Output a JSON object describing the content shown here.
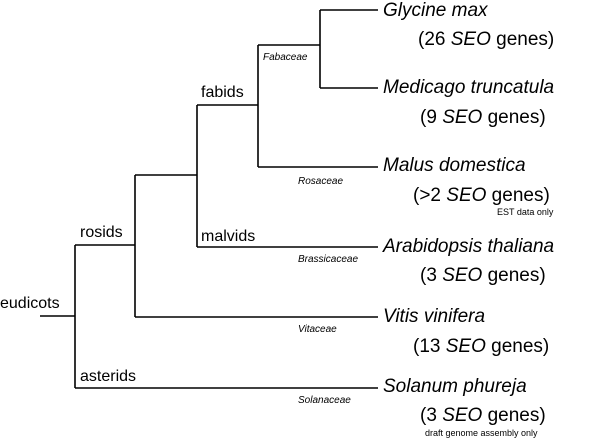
{
  "tree": {
    "clades": {
      "eudicots": "eudicots",
      "rosids": "rosids",
      "asterids": "asterids",
      "fabids": "fabids",
      "malvids": "malvids"
    },
    "families": {
      "fabaceae": "Fabaceae",
      "rosaceae": "Rosaceae",
      "brassicaceae": "Brassicaceae",
      "vitaceae": "Vitaceae",
      "solanaceae": "Solanaceae"
    },
    "species": [
      {
        "name": "Glycine max",
        "count_prefix": "(26 ",
        "gene_symbol": "SEO",
        "count_suffix": " genes)",
        "note": ""
      },
      {
        "name": "Medicago truncatula",
        "count_prefix": "(9 ",
        "gene_symbol": "SEO",
        "count_suffix": " genes)",
        "note": ""
      },
      {
        "name": "Malus domestica",
        "count_prefix": "(>2 ",
        "gene_symbol": "SEO",
        "count_suffix": " genes)",
        "note": "EST data only"
      },
      {
        "name": "Arabidopsis thaliana",
        "count_prefix": "(3 ",
        "gene_symbol": "SEO",
        "count_suffix": " genes)",
        "note": ""
      },
      {
        "name": "Vitis vinifera",
        "count_prefix": "(13 ",
        "gene_symbol": "SEO",
        "count_suffix": " genes)",
        "note": ""
      },
      {
        "name": "Solanum phureja",
        "count_prefix": "(3 ",
        "gene_symbol": "SEO",
        "count_suffix": " genes)",
        "note": "draft genome assembly only"
      }
    ]
  },
  "colors": {
    "line": "#000000",
    "background": "#ffffff"
  }
}
